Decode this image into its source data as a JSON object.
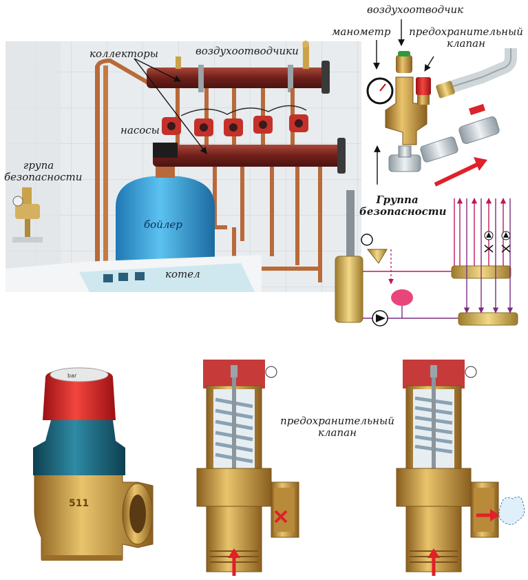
{
  "photo": {
    "label_collectors": "коллекторы",
    "label_air_vents": "воздухоотводчики",
    "label_pumps": "насосы",
    "label_safety_group": [
      "група",
      "безопасности"
    ],
    "label_boiler_tank": "бойлер",
    "label_boiler": "котел"
  },
  "schematic": {
    "label_air_vent": "воздухоотводчик",
    "label_manometer": "манометр",
    "label_safety_valve": [
      "предохранительный",
      "клапан"
    ],
    "label_safety_group": [
      "Группа",
      "безопасности"
    ]
  },
  "valves": {
    "label_safety_valve": [
      "предохранительный",
      "клапан"
    ]
  },
  "colors": {
    "tile": "#e9edf0",
    "copper": "#b86a3a",
    "collector": "#7a2a22",
    "tank_blue": "#3aa0d8",
    "brass": "#c99a4a",
    "red_cap": "#d8252b",
    "teal": "#1f6f86",
    "pipe_supply": "#c0165a",
    "pipe_return": "#7a2a80",
    "arrow_red": "#e0202a"
  }
}
